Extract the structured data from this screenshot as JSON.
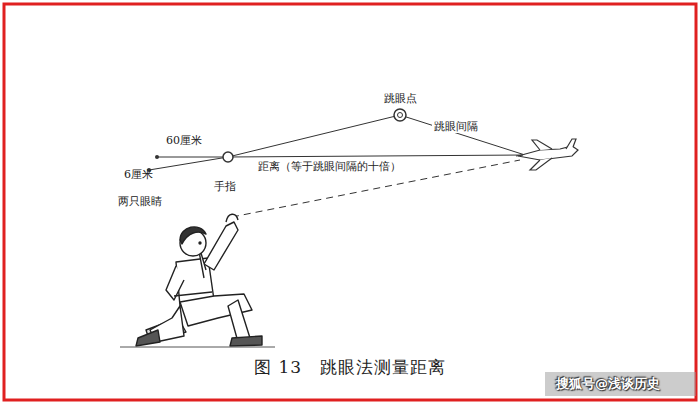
{
  "diagram": {
    "caption": "图 13　跳眼法测量距离",
    "labels": [
      "跳眼点",
      "跳眼间隔",
      "60厘米",
      "6厘米",
      "距离（等于跳眼间隔的十倍）",
      "手指",
      "两只眼睛",
      "搜狐号@浅谈历史"
    ]
  }
}
